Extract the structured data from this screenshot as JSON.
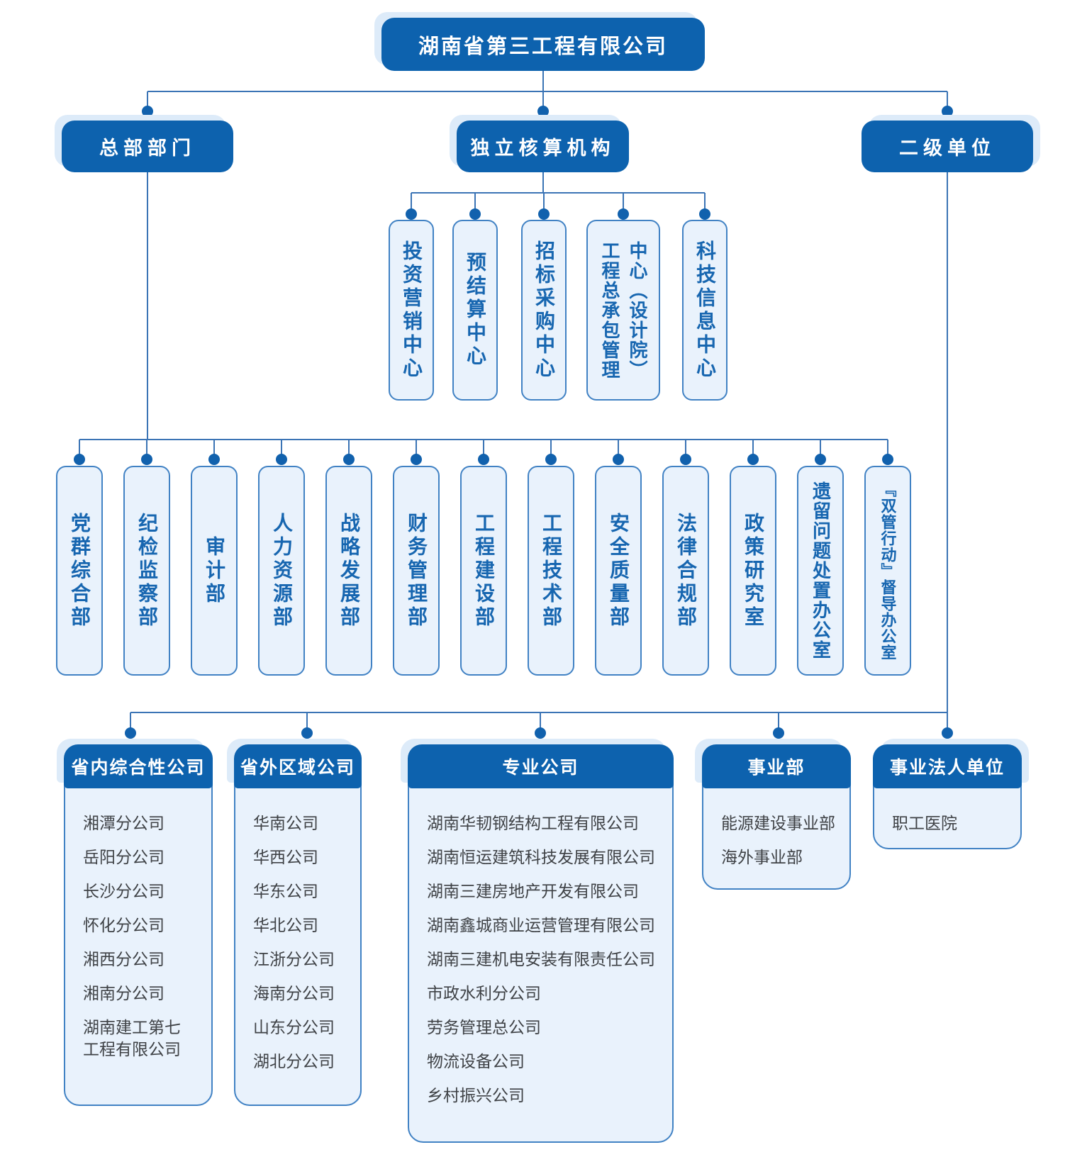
{
  "org": {
    "root": "湖南省第三工程有限公司",
    "branches": [
      "总部部门",
      "独立核算机构",
      "二级单位"
    ],
    "independent_centers": [
      "投资营销中心",
      "预结算中心",
      "招标采购中心",
      [
        "工程总承包管理",
        "中心（设计院）"
      ],
      "科技信息中心"
    ],
    "hq_departments": [
      "党群综合部",
      "纪检监察部",
      "审计部",
      "人力资源部",
      "战略发展部",
      "财务管理部",
      "工程建设部",
      "工程技术部",
      "安全质量部",
      "法律合规部",
      "政策研究室",
      "遗留问题处置办公室",
      "『双管行动』督导办公室"
    ],
    "secondary_groups": [
      {
        "title": "省内综合性公司",
        "items": [
          "湘潭分公司",
          "岳阳分公司",
          "长沙分公司",
          "怀化分公司",
          "湘西分公司",
          "湘南分公司",
          "湖南建工第七工程有限公司"
        ]
      },
      {
        "title": "省外区域公司",
        "items": [
          "华南公司",
          "华西公司",
          "华东公司",
          "华北公司",
          "江浙分公司",
          "海南分公司",
          "山东分公司",
          "湖北分公司"
        ]
      },
      {
        "title": "专业公司",
        "items": [
          "湖南华韧钢结构工程有限公司",
          "湖南恒运建筑科技发展有限公司",
          "湖南三建房地产开发有限公司",
          "湖南鑫城商业运营管理有限公司",
          "湖南三建机电安装有限责任公司",
          "市政水利分公司",
          "劳务管理总公司",
          "物流设备公司",
          "乡村振兴公司"
        ]
      },
      {
        "title": "事业部",
        "items": [
          "能源建设事业部",
          "海外事业部"
        ]
      },
      {
        "title": "事业法人单位",
        "items": [
          "职工医院"
        ]
      }
    ]
  },
  "colors": {
    "accent_blue": "#0d62ae",
    "light_fill": "#e9f2fc",
    "box_border": "#4182c4",
    "line": "#3b74b5",
    "blue_text": "#1766b0",
    "item_text": "#3f4246",
    "halo": "#ddebf9"
  }
}
